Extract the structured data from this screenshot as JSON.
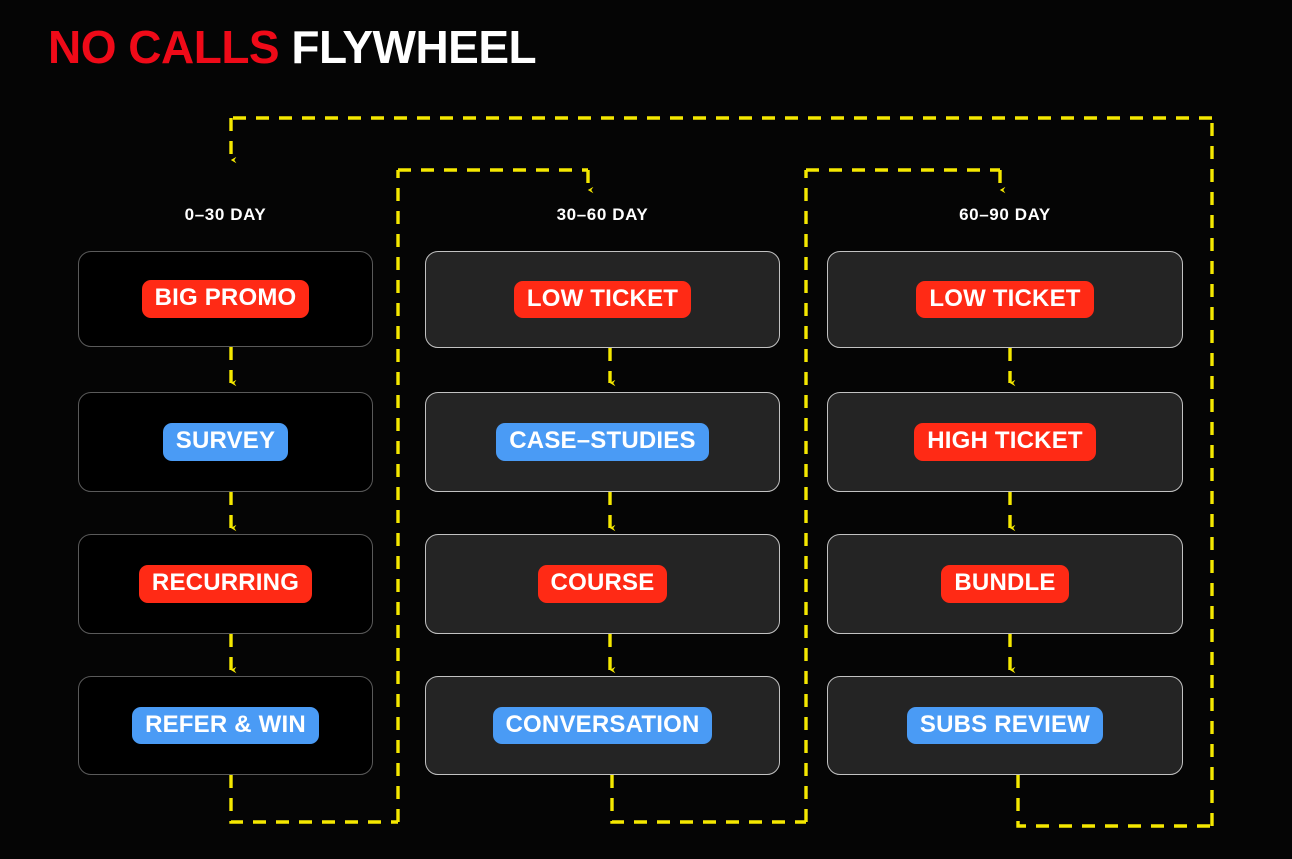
{
  "title": {
    "accent": "NO CALLS",
    "rest": "FLYWHEEL",
    "accent_color": "#ef0a18",
    "rest_color": "#ffffff"
  },
  "theme": {
    "background": "#050505",
    "wire_color": "#f5e800",
    "red_pill": "#ff2a15",
    "blue_pill": "#4a9bf5",
    "dark_card_bg": "#000000",
    "dark_card_border": "#5a5a5a",
    "grey_card_bg": "#242424",
    "grey_card_border": "#c2c2c2"
  },
  "columns": [
    {
      "id": "col-0-30",
      "header": "0–30 DAY",
      "card_style": "dark",
      "steps": [
        {
          "label": "BIG PROMO",
          "color": "red"
        },
        {
          "label": "SURVEY",
          "color": "blue"
        },
        {
          "label": "RECURRING",
          "color": "red"
        },
        {
          "label": "REFER & WIN",
          "color": "blue"
        }
      ]
    },
    {
      "id": "col-30-60",
      "header": "30–60 DAY",
      "card_style": "grey",
      "steps": [
        {
          "label": "LOW TICKET",
          "color": "red"
        },
        {
          "label": "CASE–STUDIES",
          "color": "blue"
        },
        {
          "label": "COURSE",
          "color": "red"
        },
        {
          "label": "CONVERSATION",
          "color": "blue"
        }
      ]
    },
    {
      "id": "col-60-90",
      "header": "60–90 DAY",
      "card_style": "grey",
      "steps": [
        {
          "label": "LOW TICKET",
          "color": "red"
        },
        {
          "label": "HIGH TICKET",
          "color": "red"
        },
        {
          "label": "BUNDLE",
          "color": "red"
        },
        {
          "label": "SUBS REVIEW",
          "color": "blue"
        }
      ]
    }
  ]
}
